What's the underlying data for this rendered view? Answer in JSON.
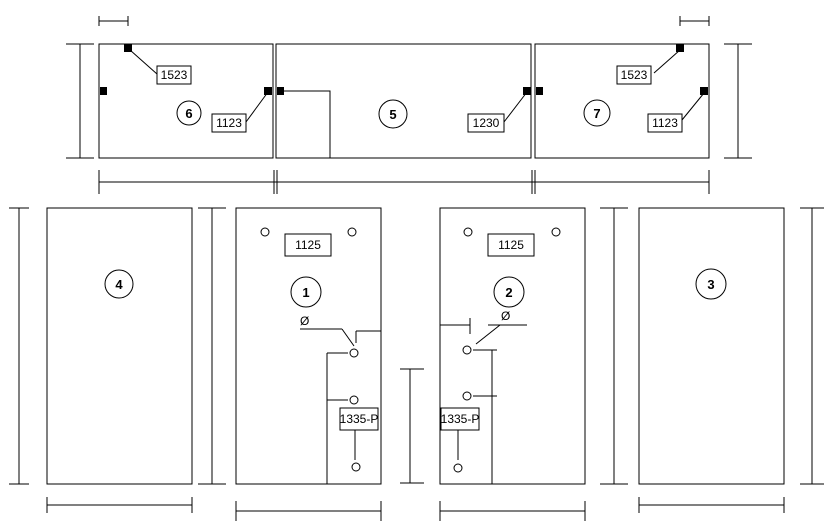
{
  "panels": {
    "p6": {
      "number": "6",
      "labels": [
        "1523",
        "1123"
      ]
    },
    "p5": {
      "number": "5",
      "labels": [
        "1230"
      ]
    },
    "p7": {
      "number": "7",
      "labels": [
        "1523",
        "1123"
      ]
    },
    "p4": {
      "number": "4"
    },
    "p1": {
      "number": "1",
      "labels": [
        "1125",
        "1335-P"
      ],
      "symbol": "Ø"
    },
    "p2": {
      "number": "2",
      "labels": [
        "1125",
        "1335-P"
      ],
      "symbol": "Ø"
    },
    "p3": {
      "number": "3"
    }
  },
  "colors": {
    "line": "#000000",
    "background": "#ffffff"
  }
}
